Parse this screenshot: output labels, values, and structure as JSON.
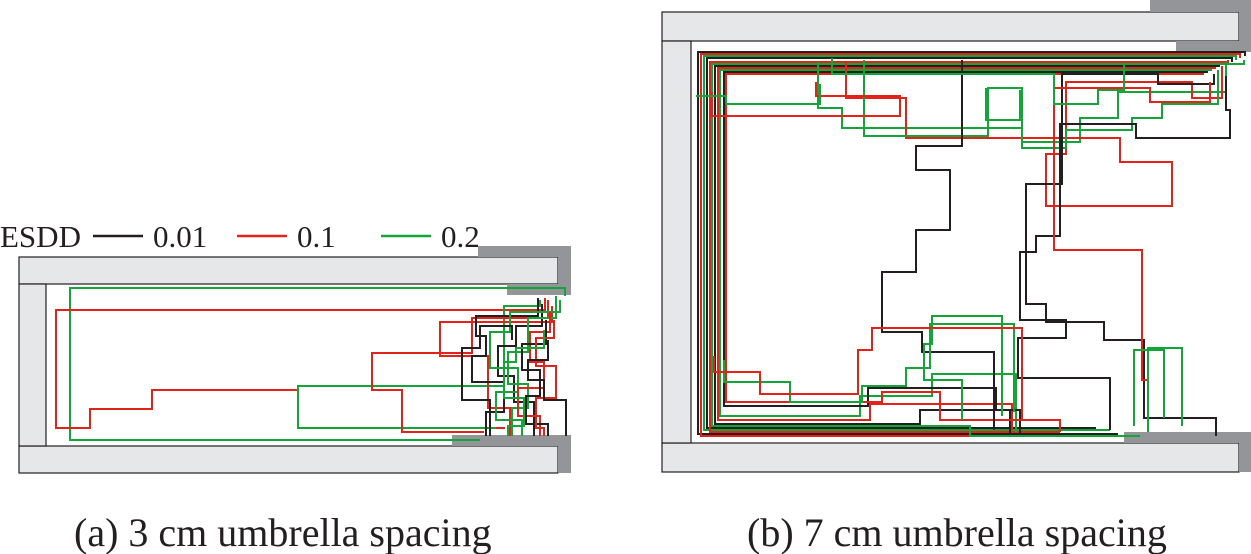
{
  "legend": {
    "title": "ESDD",
    "items": [
      {
        "label": "0.01",
        "color": "#231f20"
      },
      {
        "label": "0.1",
        "color": "#e2231a"
      },
      {
        "label": "0.2",
        "color": "#13a538"
      }
    ]
  },
  "panels": [
    {
      "id": "a",
      "caption": "(a) 3 cm umbrella spacing"
    },
    {
      "id": "b",
      "caption": "(b) 7 cm umbrella spacing"
    }
  ],
  "colors": {
    "wall_fill": "#e6e7e8",
    "shed_fill": "#939598",
    "outline": "#231f20"
  }
}
